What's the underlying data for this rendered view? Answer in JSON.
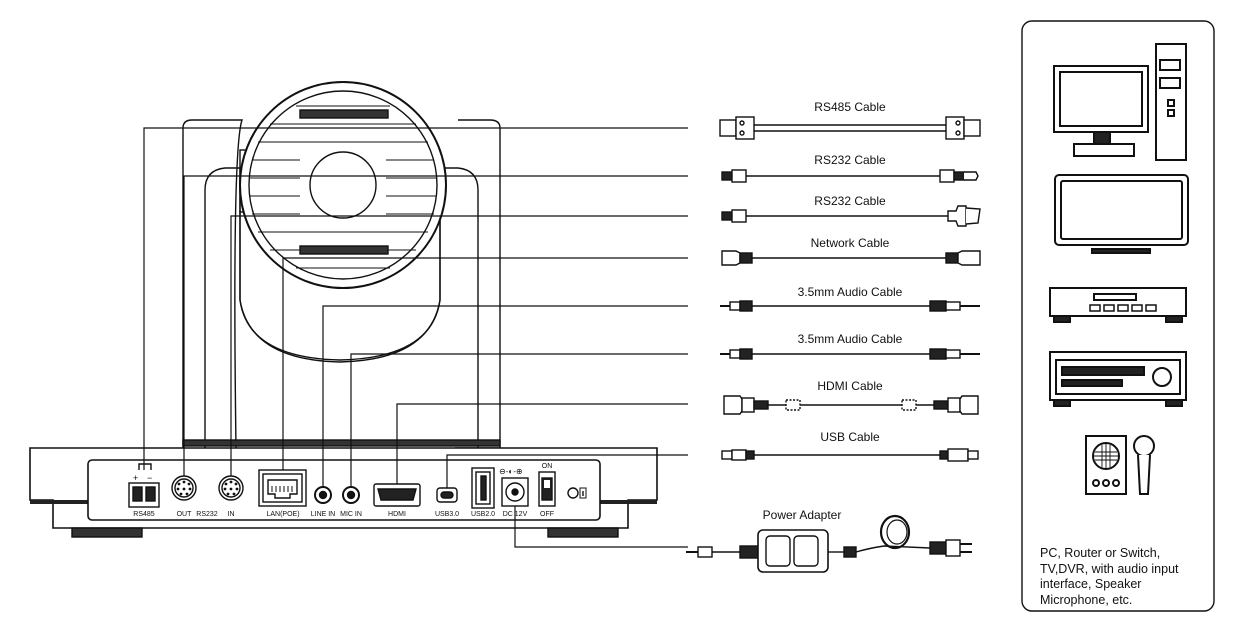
{
  "cables": [
    {
      "label": "RS485 Cable",
      "icon": "rs485-cable-icon"
    },
    {
      "label": "RS232 Cable",
      "icon": "rs232-cable-icon"
    },
    {
      "label": "RS232 Cable",
      "icon": "rs232-db9-cable-icon"
    },
    {
      "label": "Network Cable",
      "icon": "network-cable-icon"
    },
    {
      "label": "3.5mm Audio Cable",
      "icon": "audio-cable-icon"
    },
    {
      "label": "3.5mm Audio Cable",
      "icon": "audio-cable-icon"
    },
    {
      "label": "HDMI Cable",
      "icon": "hdmi-cable-icon"
    },
    {
      "label": "USB Cable",
      "icon": "usb-cable-icon"
    }
  ],
  "power_adapter": {
    "label": "Power Adapter"
  },
  "ports": {
    "rs485": "RS485",
    "rs232_out": "OUT",
    "rs232": "RS232",
    "rs232_in": "IN",
    "lan": "LAN(POE)",
    "line_in": "LINE IN",
    "mic_in": "MIC IN",
    "hdmi": "HDMI",
    "usb3": "USB3.0",
    "usb2": "USB2.0",
    "dc": "DC 12V",
    "switch_on": "ON",
    "switch_off": "OFF"
  },
  "devices": {
    "icons": [
      "pc-icon",
      "tv-icon",
      "dvr-icon",
      "receiver-icon",
      "speaker-icon",
      "microphone-icon"
    ],
    "description_lines": [
      "PC, Router or Switch,",
      "TV,DVR, with audio input",
      "interface, Speaker",
      "Microphone, etc."
    ]
  }
}
